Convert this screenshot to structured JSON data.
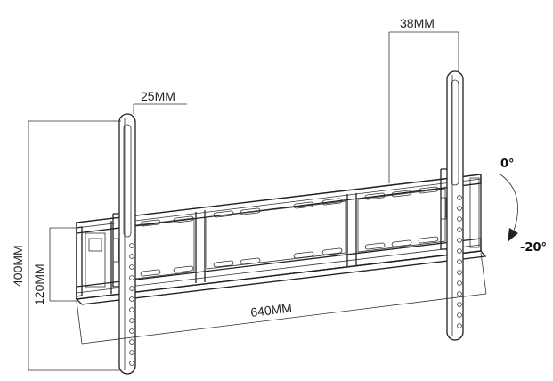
{
  "dimensions": {
    "top_width": "38MM",
    "upright_width": "25MM",
    "height_total": "400MM",
    "height_plate": "120MM",
    "span_width": "640MM"
  },
  "tilt": {
    "start": "0°",
    "end": "-20°"
  }
}
